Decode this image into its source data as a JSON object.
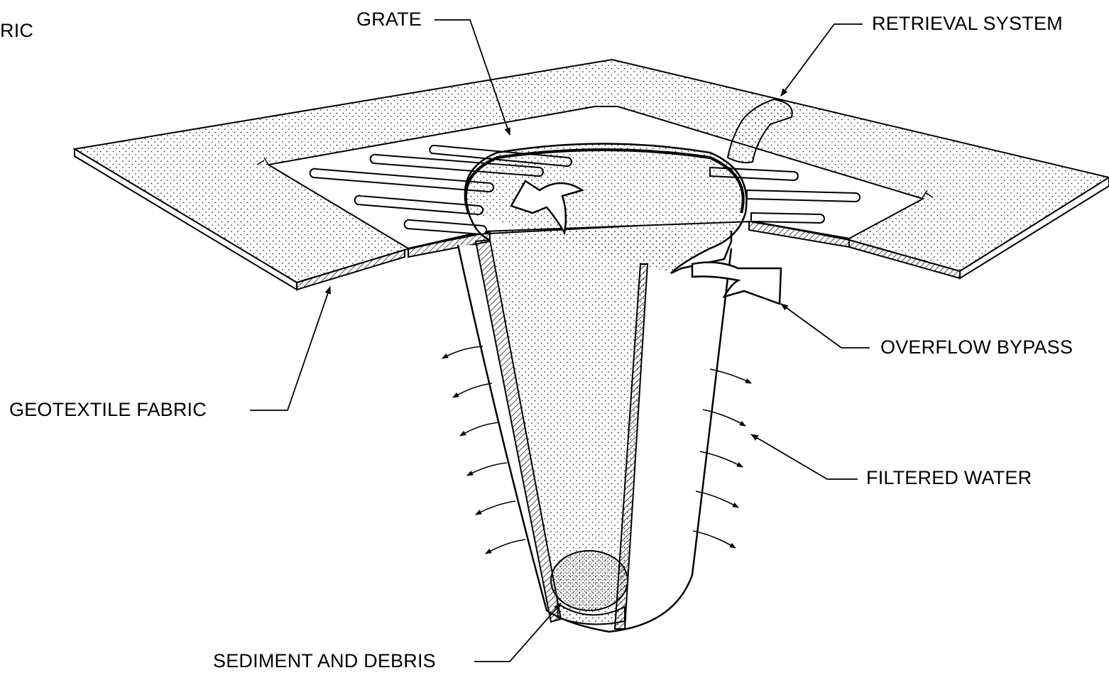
{
  "labels": {
    "fabric_cut": "RIC",
    "grate": "GRATE",
    "retrieval_system": "RETRIEVAL SYSTEM",
    "overflow_bypass": "OVERFLOW BYPASS",
    "geotextile_fabric": "GEOTEXTILE FABRIC",
    "filtered_water": "FILTERED WATER",
    "sediment_and_debris": "SEDIMENT AND DEBRIS"
  },
  "colors": {
    "line": "#000000",
    "background": "#ffffff"
  }
}
